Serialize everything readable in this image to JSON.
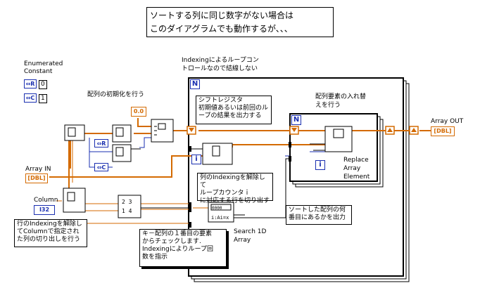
{
  "title": {
    "line1": "ソートする列に同じ数字がない場合は",
    "line2": "このダイアグラムでも動作するが、、、"
  },
  "enum_label": {
    "line1": "Enumerated",
    "line2": "Constant"
  },
  "enum_items": [
    {
      "tag": "R",
      "value": "0"
    },
    {
      "tag": "C",
      "value": "1"
    }
  ],
  "notes": {
    "init": "配列の初期化を行う",
    "indexing_loop": {
      "line1": "Indexingによるループコン",
      "line2": "トロールなので結線しない"
    },
    "shift_register": {
      "line1": "シフトレジスタ",
      "line2": "初期値あるいは前回のル",
      "line3": "ープの結果を出力する"
    },
    "swap": {
      "line1": "配列要素の入れ替",
      "line2": "えを行う"
    },
    "unindex": {
      "line1": "列のIndexingを解除して",
      "line2": "ループカウンタｉ",
      "line3": "に対応する行を切り出す"
    },
    "sorted_pos": {
      "line1": "ソートした配列の何",
      "line2": "番目にあるかを出力"
    },
    "column_extract": {
      "line1": "行のIndexingを解除し",
      "line2": "てColumnで指定され",
      "line3": "た列の切り出しを行う"
    },
    "key_check": {
      "line1": "キ－配列の１番目の要素",
      "line2": "からチェックします.",
      "line3": "Indexingによりループ回",
      "line4": "数を指示"
    }
  },
  "controls": {
    "const_value": "0.0",
    "array_in_label": "Array IN",
    "array_in_type": "[DBL]",
    "column_label": "Column",
    "column_type": "I32",
    "array_out_label": "Array OUT",
    "array_out_type": "[DBL]"
  },
  "loops": {
    "outer_tag": "N",
    "inner_tag": "N",
    "iter_outer": "i",
    "iter_inner": "i"
  },
  "functions": {
    "replace": {
      "line1": "Replace",
      "line2": "Array",
      "line3": "Element"
    },
    "search": {
      "line1": "Search 1D",
      "line2": "Array"
    }
  },
  "colors": {
    "orange": "#d46a00",
    "blue": "#1a2fb0",
    "black": "#000000"
  }
}
